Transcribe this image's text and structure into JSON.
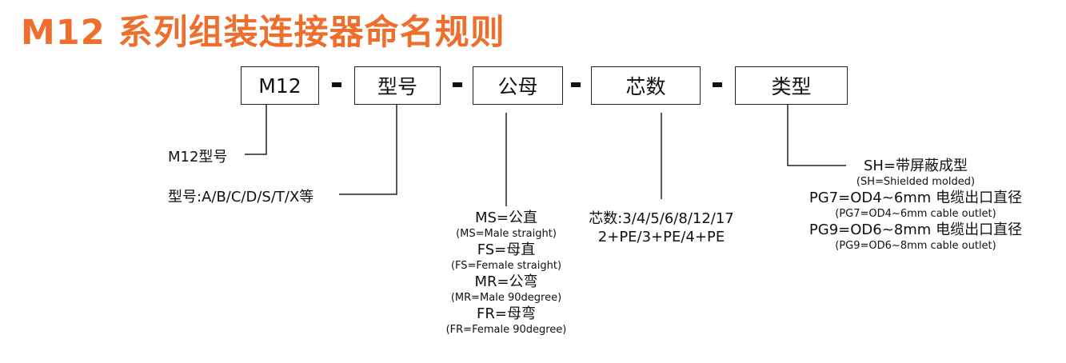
{
  "title": "M12 系列组装连接器命名规则",
  "colors": {
    "title": "#ee6e2e",
    "text": "#111111",
    "box_border": "#222222"
  },
  "boxes": [
    {
      "label": "M12"
    },
    {
      "label": "型号"
    },
    {
      "label": "公母"
    },
    {
      "label": "芯数"
    },
    {
      "label": "类型"
    }
  ],
  "labels": {
    "m12": "M12型号",
    "model": "型号:A/B/C/D/S/T/X等"
  },
  "gender": [
    {
      "main": "MS=公直",
      "sub": "(MS=Male straight)"
    },
    {
      "main": "FS=母直",
      "sub": "(FS=Female straight)"
    },
    {
      "main": "MR=公弯",
      "sub": "(MR=Male 90degree)"
    },
    {
      "main": "FR=母弯",
      "sub": "(FR=Female 90degree)"
    }
  ],
  "cores": {
    "line1": "芯数:3/4/5/6/8/12/17",
    "line2": "2+PE/3+PE/4+PE"
  },
  "types": [
    {
      "main": "SH=带屏蔽成型",
      "sub": "(SH=Shielded molded)"
    },
    {
      "main": "PG7=OD4~6mm 电缆出口直径",
      "sub": "(PG7=OD4~6mm cable outlet)"
    },
    {
      "main": "PG9=OD6~8mm 电缆出口直径",
      "sub": "(PG9=OD6~8mm cable outlet)"
    }
  ]
}
